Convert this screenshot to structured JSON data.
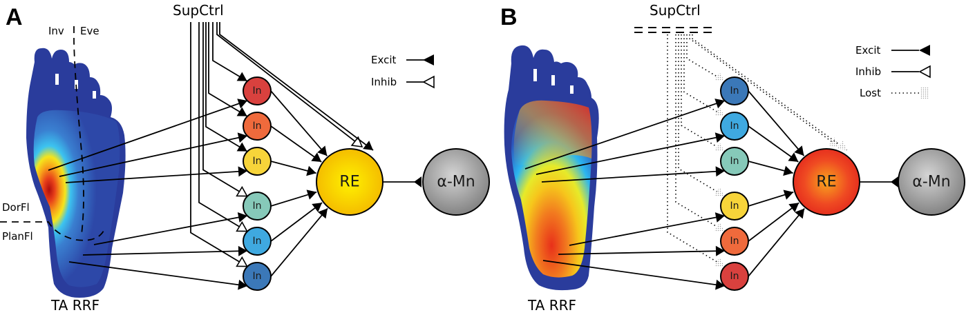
{
  "figure": {
    "panel_a": {
      "letter": "A",
      "supctrl_label": "SupCtrl",
      "axis_labels": {
        "inversion": "Inv",
        "eversion": "Eve",
        "dorsiflexion": "DorFl",
        "plantarflexion": "PlanFl"
      },
      "foot_label": "TA RRF",
      "interneurons": [
        {
          "label": "In",
          "color": "#d9413e",
          "supctrl_synapse": "excit"
        },
        {
          "label": "In",
          "color": "#ef6a3c",
          "supctrl_synapse": "excit"
        },
        {
          "label": "In",
          "color": "#f7d43a",
          "supctrl_synapse": "excit"
        },
        {
          "label": "In",
          "color": "#86c9b9",
          "supctrl_synapse": "inhib"
        },
        {
          "label": "In",
          "color": "#3fa9e0",
          "supctrl_synapse": "inhib"
        },
        {
          "label": "In",
          "color": "#3b78b8",
          "supctrl_synapse": "inhib"
        }
      ],
      "re": {
        "label": "RE",
        "color": "#f5c000"
      },
      "mn": {
        "label": "α-Mn",
        "color": "#8c8c8c"
      },
      "legend": [
        {
          "label": "Excit",
          "type": "excit"
        },
        {
          "label": "Inhib",
          "type": "inhib"
        }
      ]
    },
    "panel_b": {
      "letter": "B",
      "supctrl_label": "SupCtrl",
      "foot_label": "TA RRF",
      "interneurons": [
        {
          "label": "In",
          "color": "#3b78b8"
        },
        {
          "label": "In",
          "color": "#3fa9e0"
        },
        {
          "label": "In",
          "color": "#86c9b9"
        },
        {
          "label": "In",
          "color": "#f7d43a"
        },
        {
          "label": "In",
          "color": "#ef6a3c"
        },
        {
          "label": "In",
          "color": "#d9413e"
        }
      ],
      "re": {
        "label": "RE",
        "color": "#ea3a22"
      },
      "mn": {
        "label": "α-Mn",
        "color": "#8c8c8c"
      },
      "legend": [
        {
          "label": "Excit",
          "type": "excit"
        },
        {
          "label": "Inhib",
          "type": "inhib"
        },
        {
          "label": "Lost",
          "type": "lost"
        }
      ]
    }
  }
}
